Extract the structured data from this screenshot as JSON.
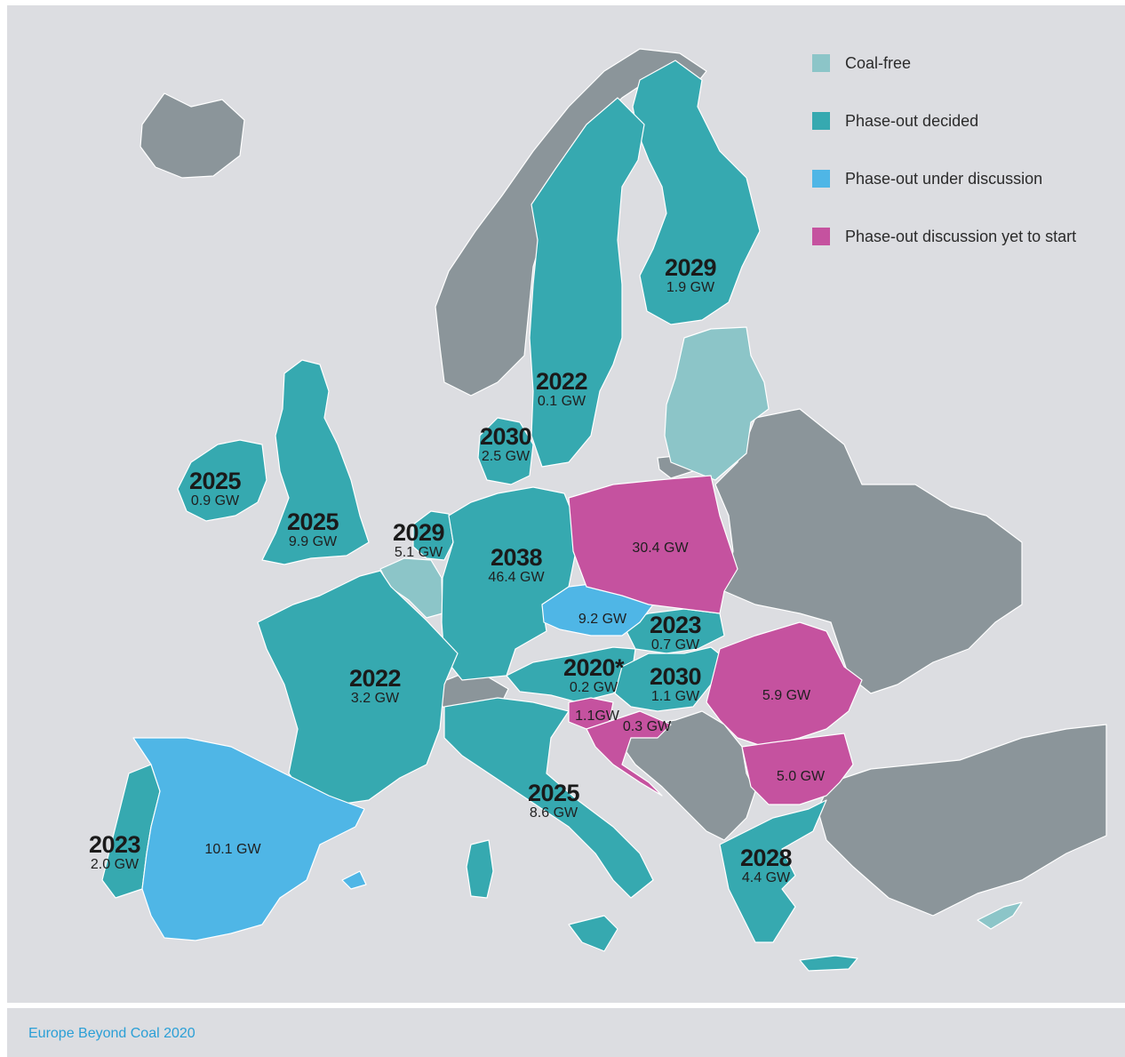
{
  "legend": [
    {
      "label": "Coal-free",
      "color": "#8cc5c8"
    },
    {
      "label": "Phase-out decided",
      "color": "#36a9b0"
    },
    {
      "label": "Phase-out under discussion",
      "color": "#4fb6e6"
    },
    {
      "label": "Phase-out discussion yet to start",
      "color": "#c5529f"
    }
  ],
  "colors": {
    "non_eu": "#8b959a",
    "background": "#dcdde1",
    "border": "#ffffff"
  },
  "countries": {
    "finland": {
      "year": "2029",
      "capacity": "1.9 GW"
    },
    "sweden": {
      "year": "2022",
      "capacity": "0.1 GW"
    },
    "denmark": {
      "year": "2030",
      "capacity": "2.5 GW"
    },
    "ireland": {
      "year": "2025",
      "capacity": "0.9 GW"
    },
    "uk": {
      "year": "2025",
      "capacity": "9.9 GW"
    },
    "netherlands": {
      "year": "2029",
      "capacity": "5.1 GW"
    },
    "germany": {
      "year": "2038",
      "capacity": "46.4 GW"
    },
    "poland": {
      "capacity": "30.4 GW"
    },
    "czechia": {
      "capacity": "9.2 GW"
    },
    "slovakia": {
      "year": "2023",
      "capacity": "0.7 GW"
    },
    "austria": {
      "year": "2020*",
      "capacity": "0.2 GW"
    },
    "hungary": {
      "year": "2030",
      "capacity": "1.1 GW"
    },
    "slovenia": {
      "capacity": "1.1GW"
    },
    "croatia": {
      "capacity": "0.3 GW"
    },
    "romania": {
      "capacity": "5.9 GW"
    },
    "bulgaria": {
      "capacity": "5.0 GW"
    },
    "france": {
      "year": "2022",
      "capacity": "3.2 GW"
    },
    "spain": {
      "capacity": "10.1 GW"
    },
    "portugal": {
      "year": "2023",
      "capacity": "2.0 GW"
    },
    "italy": {
      "year": "2025",
      "capacity": "8.6 GW"
    },
    "greece": {
      "year": "2028",
      "capacity": "4.4 GW"
    }
  },
  "footer": "Europe Beyond Coal 2020"
}
